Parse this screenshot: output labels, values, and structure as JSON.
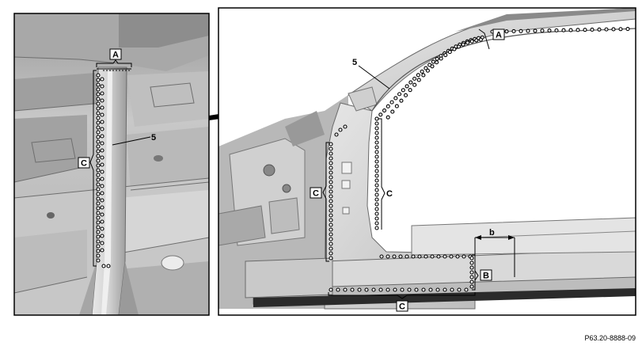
{
  "figure_reference": "P63.20-8888-09",
  "left_panel": {
    "callout_part": "5",
    "callout_weld_top": "A",
    "callout_weld_side": "C"
  },
  "right_panel": {
    "callout_part": "5",
    "callout_weld_top": "A",
    "callout_weld_pillar": "C",
    "callout_weld_window": "C",
    "callout_weld_rear": "B",
    "callout_weld_sill": "C",
    "callout_dimension": "b"
  },
  "colors": {
    "frame": "#000000",
    "sheet_metal_light": "#d9d9d9",
    "sheet_metal_mid": "#b5b5b5",
    "sheet_metal_dark": "#7d7d7d",
    "weld_point": "#000000"
  }
}
